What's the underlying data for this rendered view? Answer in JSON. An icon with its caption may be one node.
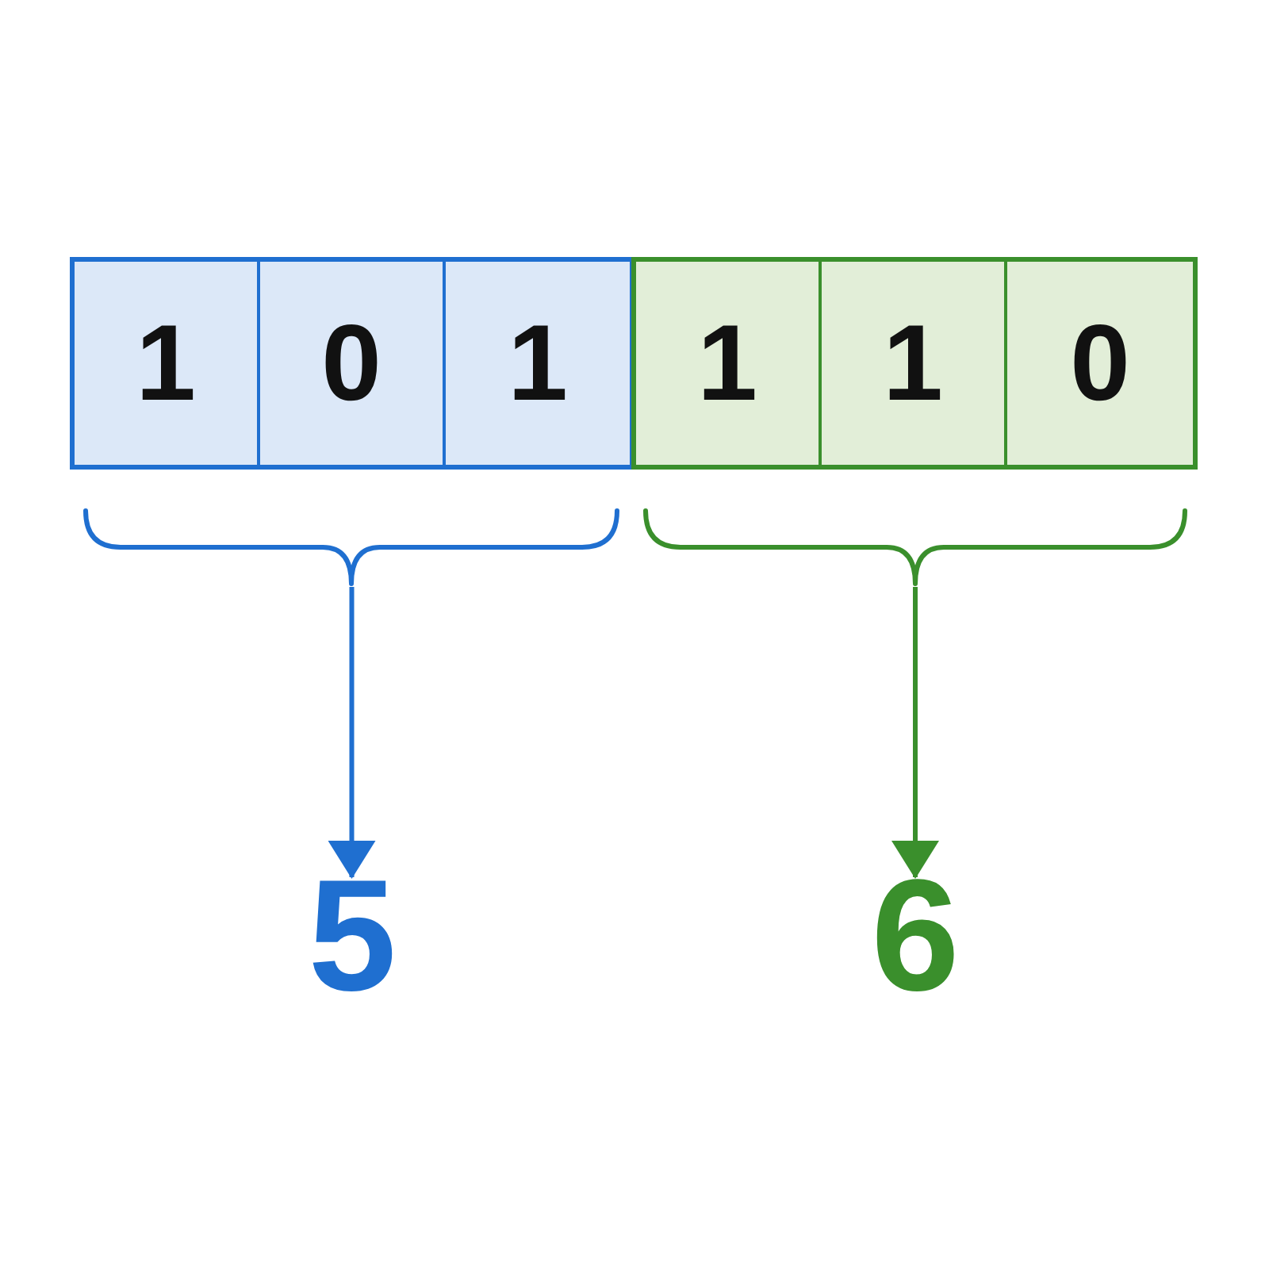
{
  "diagram": {
    "nodes": [
      {
        "text": [],
        "shape": "box"
      },
      {
        "text": [
          "1"
        ],
        "in": 0
      },
      {
        "text": [
          "0"
        ],
        "in": 0
      },
      {
        "text": [
          "1"
        ],
        "in": 0
      },
      {
        "text": [],
        "shape": "box"
      },
      {
        "text": [
          "1"
        ],
        "in": 4
      },
      {
        "text": [
          "1"
        ],
        "in": 4
      },
      {
        "text": [
          "0"
        ],
        "in": 4
      },
      {
        "text": [],
        "shape": "brace"
      },
      {
        "text": [],
        "shape": "brace"
      },
      {
        "text": [
          "5"
        ]
      },
      {
        "text": [
          "6"
        ]
      }
    ],
    "edges": [
      {
        "from": 8,
        "to": 10,
        "arrow": "to",
        "color": "#1f6fd0"
      },
      {
        "from": 9,
        "to": 11,
        "arrow": "to",
        "color": "#3a8f2c"
      }
    ]
  }
}
